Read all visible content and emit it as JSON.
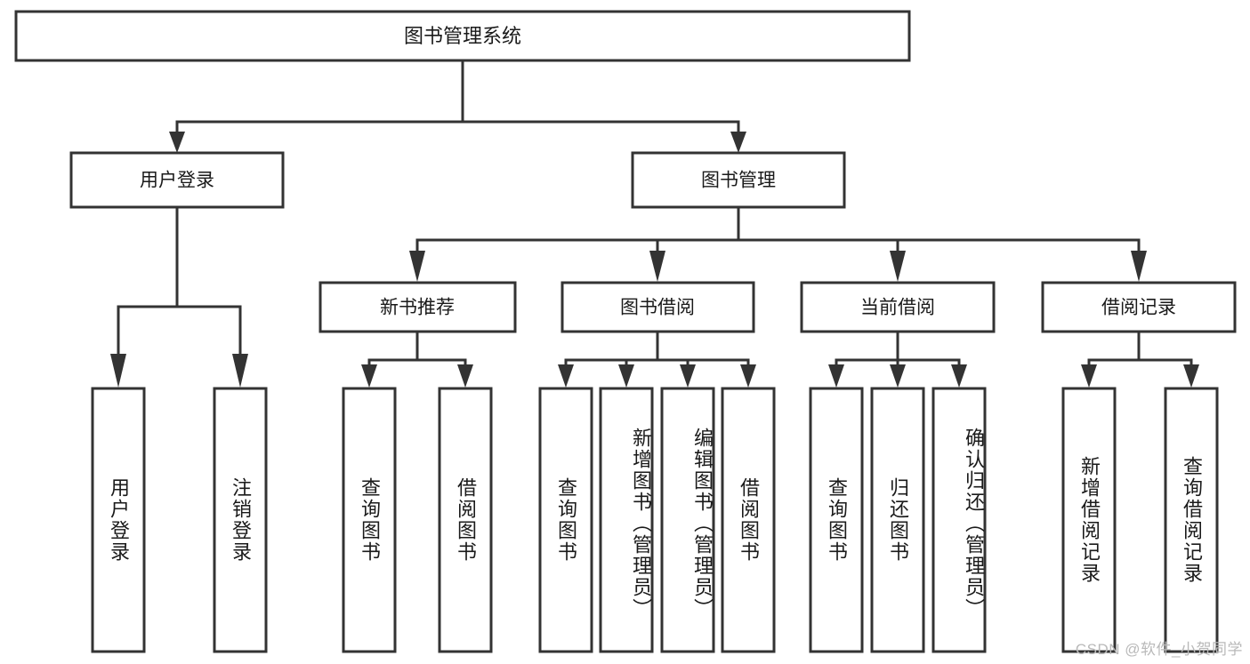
{
  "diagram": {
    "type": "tree-hierarchy",
    "title_node": {
      "label": "图书管理系统"
    },
    "level2": [
      {
        "id": "user-login",
        "label": "用户登录"
      },
      {
        "id": "book-management",
        "label": "图书管理"
      }
    ],
    "level3": [
      {
        "id": "new-book-recommend",
        "label": "新书推荐"
      },
      {
        "id": "book-borrow",
        "label": "图书借阅"
      },
      {
        "id": "current-borrow",
        "label": "当前借阅"
      },
      {
        "id": "borrow-record",
        "label": "借阅记录"
      }
    ],
    "leaves": {
      "user_login": [
        {
          "id": "leaf-user-login",
          "label": "用户登录"
        },
        {
          "id": "leaf-logout-login",
          "label": "注销登录"
        }
      ],
      "new_book_recommend": [
        {
          "id": "leaf-query-book-1",
          "label": "查询图书"
        },
        {
          "id": "leaf-borrow-book-1",
          "label": "借阅图书"
        }
      ],
      "book_borrow": [
        {
          "id": "leaf-query-book-2",
          "label": "查询图书"
        },
        {
          "id": "leaf-add-book",
          "label": "新增图书（管理员）"
        },
        {
          "id": "leaf-edit-book",
          "label": "编辑图书（管理员）"
        },
        {
          "id": "leaf-borrow-book-2",
          "label": "借阅图书"
        }
      ],
      "current_borrow": [
        {
          "id": "leaf-query-book-3",
          "label": "查询图书"
        },
        {
          "id": "leaf-return-book",
          "label": "归还图书"
        },
        {
          "id": "leaf-confirm-return",
          "label": "确认归还（管理员）"
        }
      ],
      "borrow_record": [
        {
          "id": "leaf-add-record",
          "label": "新增借阅记录"
        },
        {
          "id": "leaf-query-record",
          "label": "查询借阅记录"
        }
      ]
    },
    "colors": {
      "stroke": "#333333",
      "fill": "#ffffff",
      "text": "#1a1a1a",
      "watermark": "#b9b9b9"
    }
  },
  "watermark": {
    "text": "CSDN @软件_小贺同学"
  }
}
